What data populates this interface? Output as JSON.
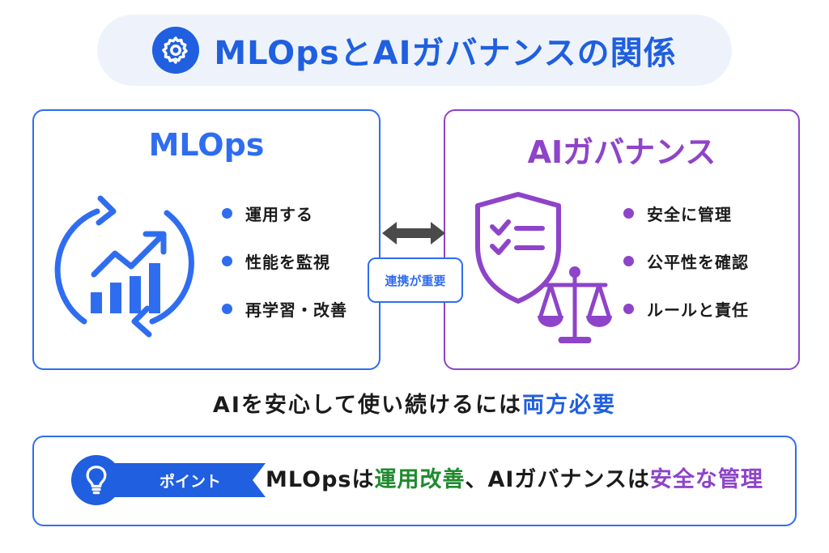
{
  "header": {
    "title": "MLOpsとAIガバナンスの関係",
    "icon": "gear-icon"
  },
  "mlops": {
    "title": "MLOps",
    "icon": "cycle-growth-chart-icon",
    "items": [
      "運用する",
      "性能を監視",
      "再学習・改善"
    ]
  },
  "governance": {
    "title": "AIガバナンス",
    "icon": "shield-checklist-scales-icon",
    "items": [
      "安全に管理",
      "公平性を確認",
      "ルールと責任"
    ]
  },
  "link": {
    "label": "連携が重要",
    "icon": "double-arrow-icon"
  },
  "summary": {
    "prefix": "AIを安心して使い続けるには",
    "highlight": "両方必要"
  },
  "point": {
    "tag": "ポイント",
    "icon": "light-bulb-icon",
    "part1": "MLOpsは",
    "part2": "運用改善",
    "part3": "、AIガバナンスは",
    "part4": "安全な管理"
  },
  "colors": {
    "blue": "#2f6df0",
    "purple": "#8e44c9",
    "green": "#1f8a2e"
  }
}
